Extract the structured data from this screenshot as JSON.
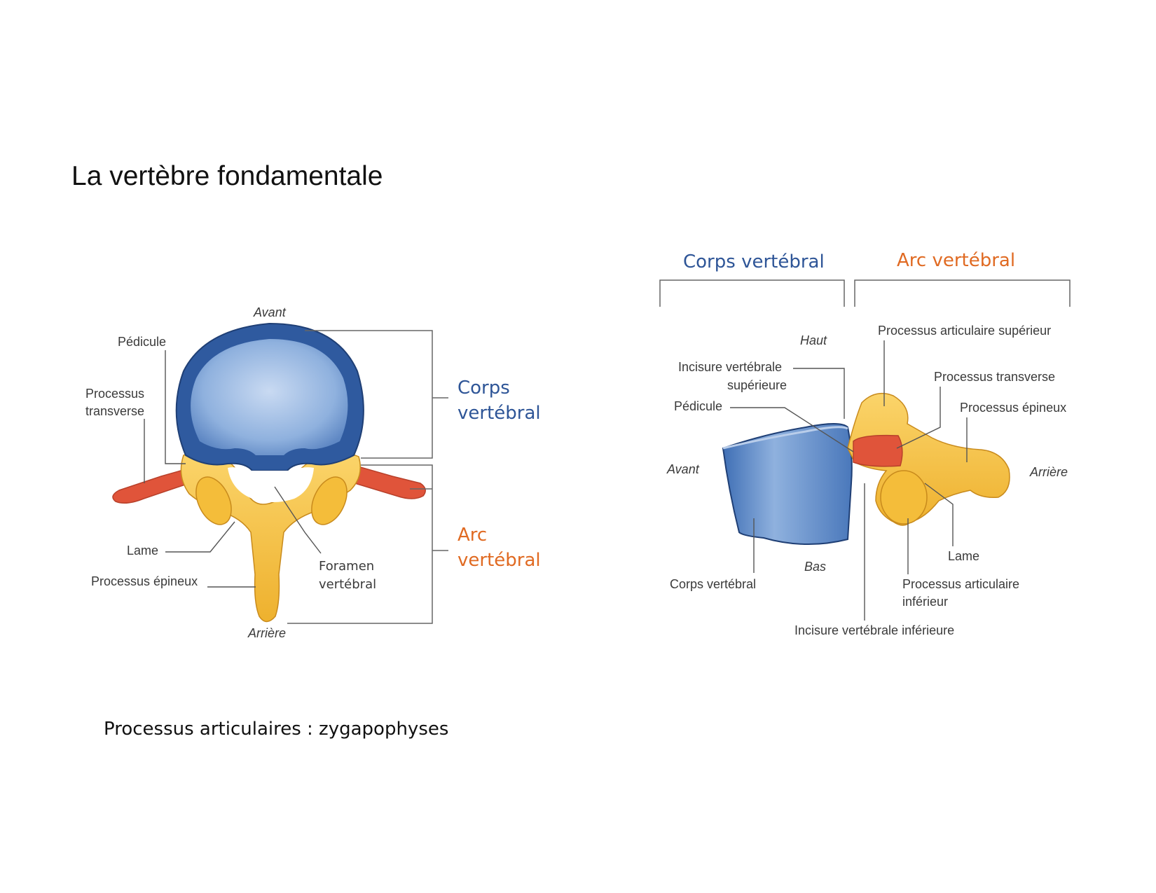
{
  "title": "La vertèbre fondamentale",
  "footer": "Processus articulaires : zygapophyses",
  "colors": {
    "corps": "#2e5597",
    "arc": "#e06a22",
    "bone_blue": "#8fb1de",
    "bone_blue_dark": "#3f6fb5",
    "bone_yellow": "#f6c344",
    "bone_orange": "#e0543a"
  },
  "top_view": {
    "avant": "Avant",
    "arriere": "Arrière",
    "pedicule": "Pédicule",
    "processus_transverse_1": "Processus",
    "processus_transverse_2": "transverse",
    "lame": "Lame",
    "processus_epineux": "Processus épineux",
    "foramen_1": "Foramen",
    "foramen_2": "vertébral",
    "corps_1": "Corps",
    "corps_2": "vertébral",
    "arc_1": "Arc",
    "arc_2": "vertébral"
  },
  "side_view": {
    "corps_header": "Corps vertébral",
    "arc_header": "Arc vertébral",
    "haut": "Haut",
    "bas": "Bas",
    "avant": "Avant",
    "arriere": "Arrière",
    "incisure_sup_1": "Incisure vertébrale",
    "incisure_sup_2": "supérieure",
    "pedicule": "Pédicule",
    "proc_art_sup": "Processus articulaire supérieur",
    "proc_transverse": "Processus transverse",
    "proc_epineux": "Processus épineux",
    "lame": "Lame",
    "proc_art_inf_1": "Processus articulaire",
    "proc_art_inf_2": "inférieur",
    "corps_vertebral": "Corps vertébral",
    "incisure_inf": "Incisure vertébrale inférieure"
  }
}
